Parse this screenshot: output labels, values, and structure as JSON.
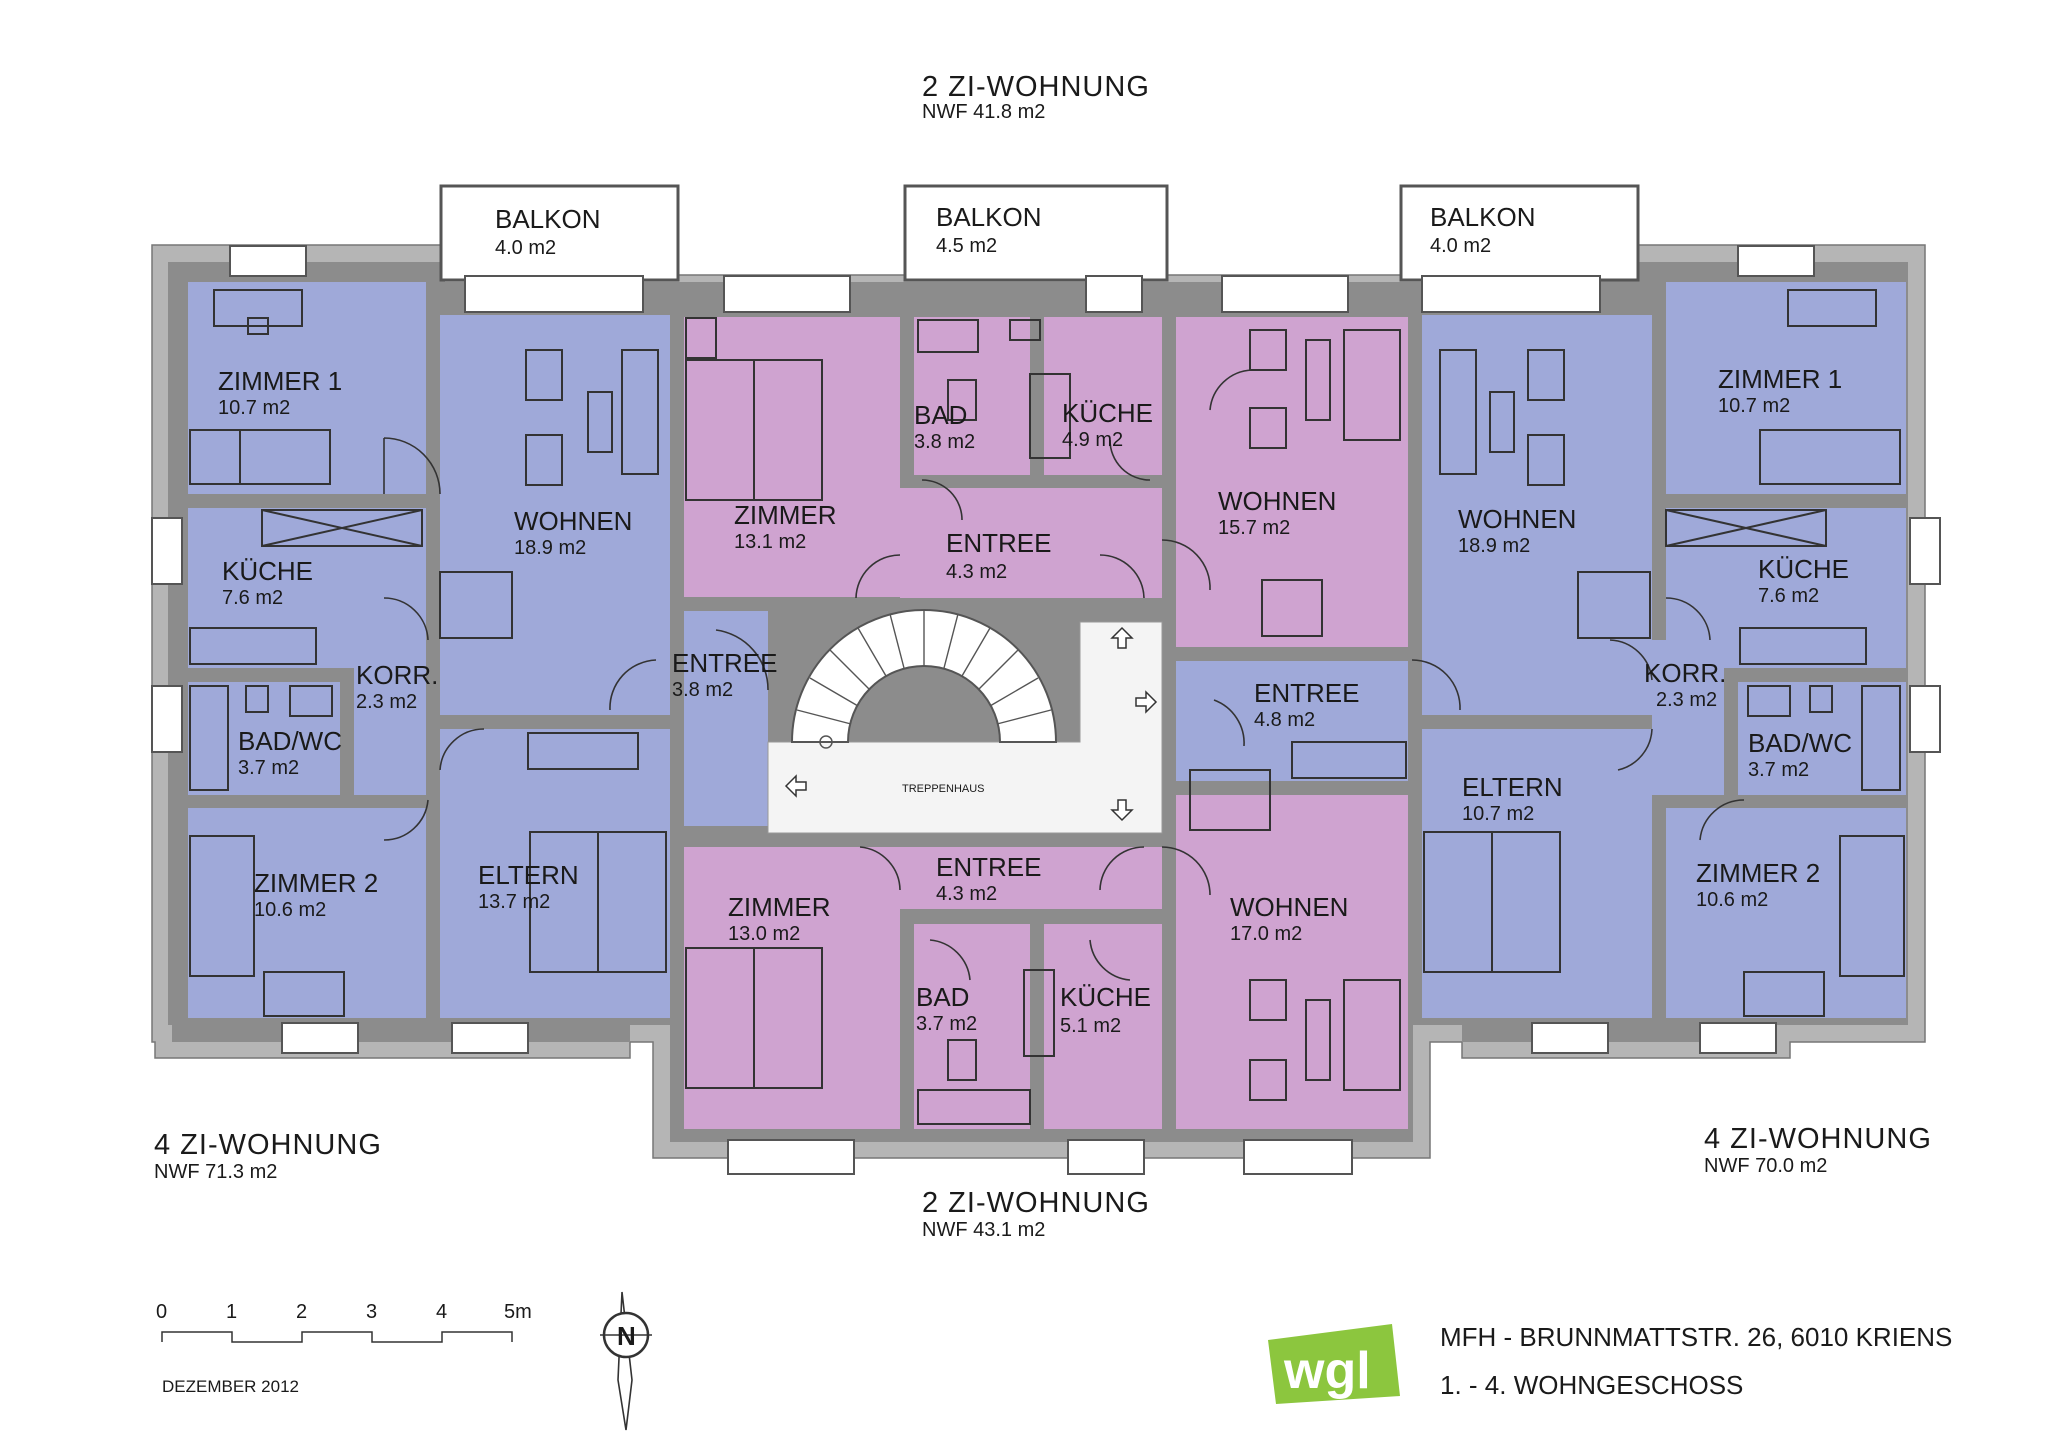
{
  "colors": {
    "apt4": "#9fa9d9",
    "apt2": "#cfa3d0",
    "wall": "#8c8c8c",
    "outer": "#b5b5b5",
    "logo": "#8cc63e"
  },
  "apartments": {
    "top2": {
      "title": "2  ZI-WOHNUNG",
      "nwf": "NWF  41.8 m2"
    },
    "bottom2": {
      "title": "2  ZI-WOHNUNG",
      "nwf": "NWF  43.1 m2"
    },
    "left4": {
      "title": "4  ZI-WOHNUNG",
      "nwf": "NWF  71.3 m2"
    },
    "right4": {
      "title": "4  ZI-WOHNUNG",
      "nwf": "NWF  70.0 m2"
    }
  },
  "rooms": {
    "balkon_l": {
      "name": "BALKON",
      "area": "4.0 m2"
    },
    "balkon_c": {
      "name": "BALKON",
      "area": "4.5 m2"
    },
    "balkon_r": {
      "name": "BALKON",
      "area": "4.0 m2"
    },
    "zimmer1_l": {
      "name": "ZIMMER 1",
      "area": "10.7 m2"
    },
    "wohnen_l": {
      "name": "WOHNEN",
      "area": "18.9 m2"
    },
    "kueche_l": {
      "name": "KÜCHE",
      "area": "7.6 m2"
    },
    "korr_l": {
      "name": "KORR.",
      "area": "2.3 m2"
    },
    "badwc_l": {
      "name": "BAD/WC",
      "area": "3.7 m2"
    },
    "zimmer2_l": {
      "name": "ZIMMER 2",
      "area": "10.6 m2"
    },
    "eltern_l": {
      "name": "ELTERN",
      "area": "13.7 m2"
    },
    "zimmer_tc": {
      "name": "ZIMMER",
      "area": "13.1 m2"
    },
    "bad_tc": {
      "name": "BAD",
      "area": "3.8 m2"
    },
    "kueche_tc": {
      "name": "KÜCHE",
      "area": "4.9 m2"
    },
    "entree_tc": {
      "name": "ENTREE",
      "area": "4.3 m2"
    },
    "wohnen_tc": {
      "name": "WOHNEN",
      "area": "15.7 m2"
    },
    "entree_ml": {
      "name": "ENTREE",
      "area": "3.8 m2"
    },
    "entree_mr": {
      "name": "ENTREE",
      "area": "4.8 m2"
    },
    "treppenhaus": {
      "name": "TREPPENHAUS"
    },
    "entree_bc": {
      "name": "ENTREE",
      "area": "4.3 m2"
    },
    "zimmer_bc": {
      "name": "ZIMMER",
      "area": "13.0 m2"
    },
    "bad_bc": {
      "name": "BAD",
      "area": "3.7 m2"
    },
    "kueche_bc": {
      "name": "KÜCHE",
      "area": "5.1 m2"
    },
    "wohnen_bc": {
      "name": "WOHNEN",
      "area": "17.0 m2"
    },
    "wohnen_r": {
      "name": "WOHNEN",
      "area": "18.9 m2"
    },
    "zimmer1_r": {
      "name": "ZIMMER 1",
      "area": "10.7 m2"
    },
    "kueche_r": {
      "name": "KÜCHE",
      "area": "7.6 m2"
    },
    "korr_r": {
      "name": "KORR.",
      "area": "2.3 m2"
    },
    "badwc_r": {
      "name": "BAD/WC",
      "area": "3.7 m2"
    },
    "eltern_r": {
      "name": "ELTERN",
      "area": "10.7 m2"
    },
    "zimmer2_r": {
      "name": "ZIMMER 2",
      "area": "10.6 m2"
    }
  },
  "scale": {
    "ticks": [
      "0",
      "1",
      "2",
      "3",
      "4",
      "5m"
    ],
    "date": "DEZEMBER  2012"
  },
  "north": {
    "label": "N",
    "icon": "north-arrow-icon"
  },
  "logo": {
    "text": "wgl"
  },
  "project": {
    "address": "MFH - BRUNNMATTSTR. 26, 6010 KRIENS",
    "floor": "1. - 4. WOHNGESCHOSS"
  }
}
